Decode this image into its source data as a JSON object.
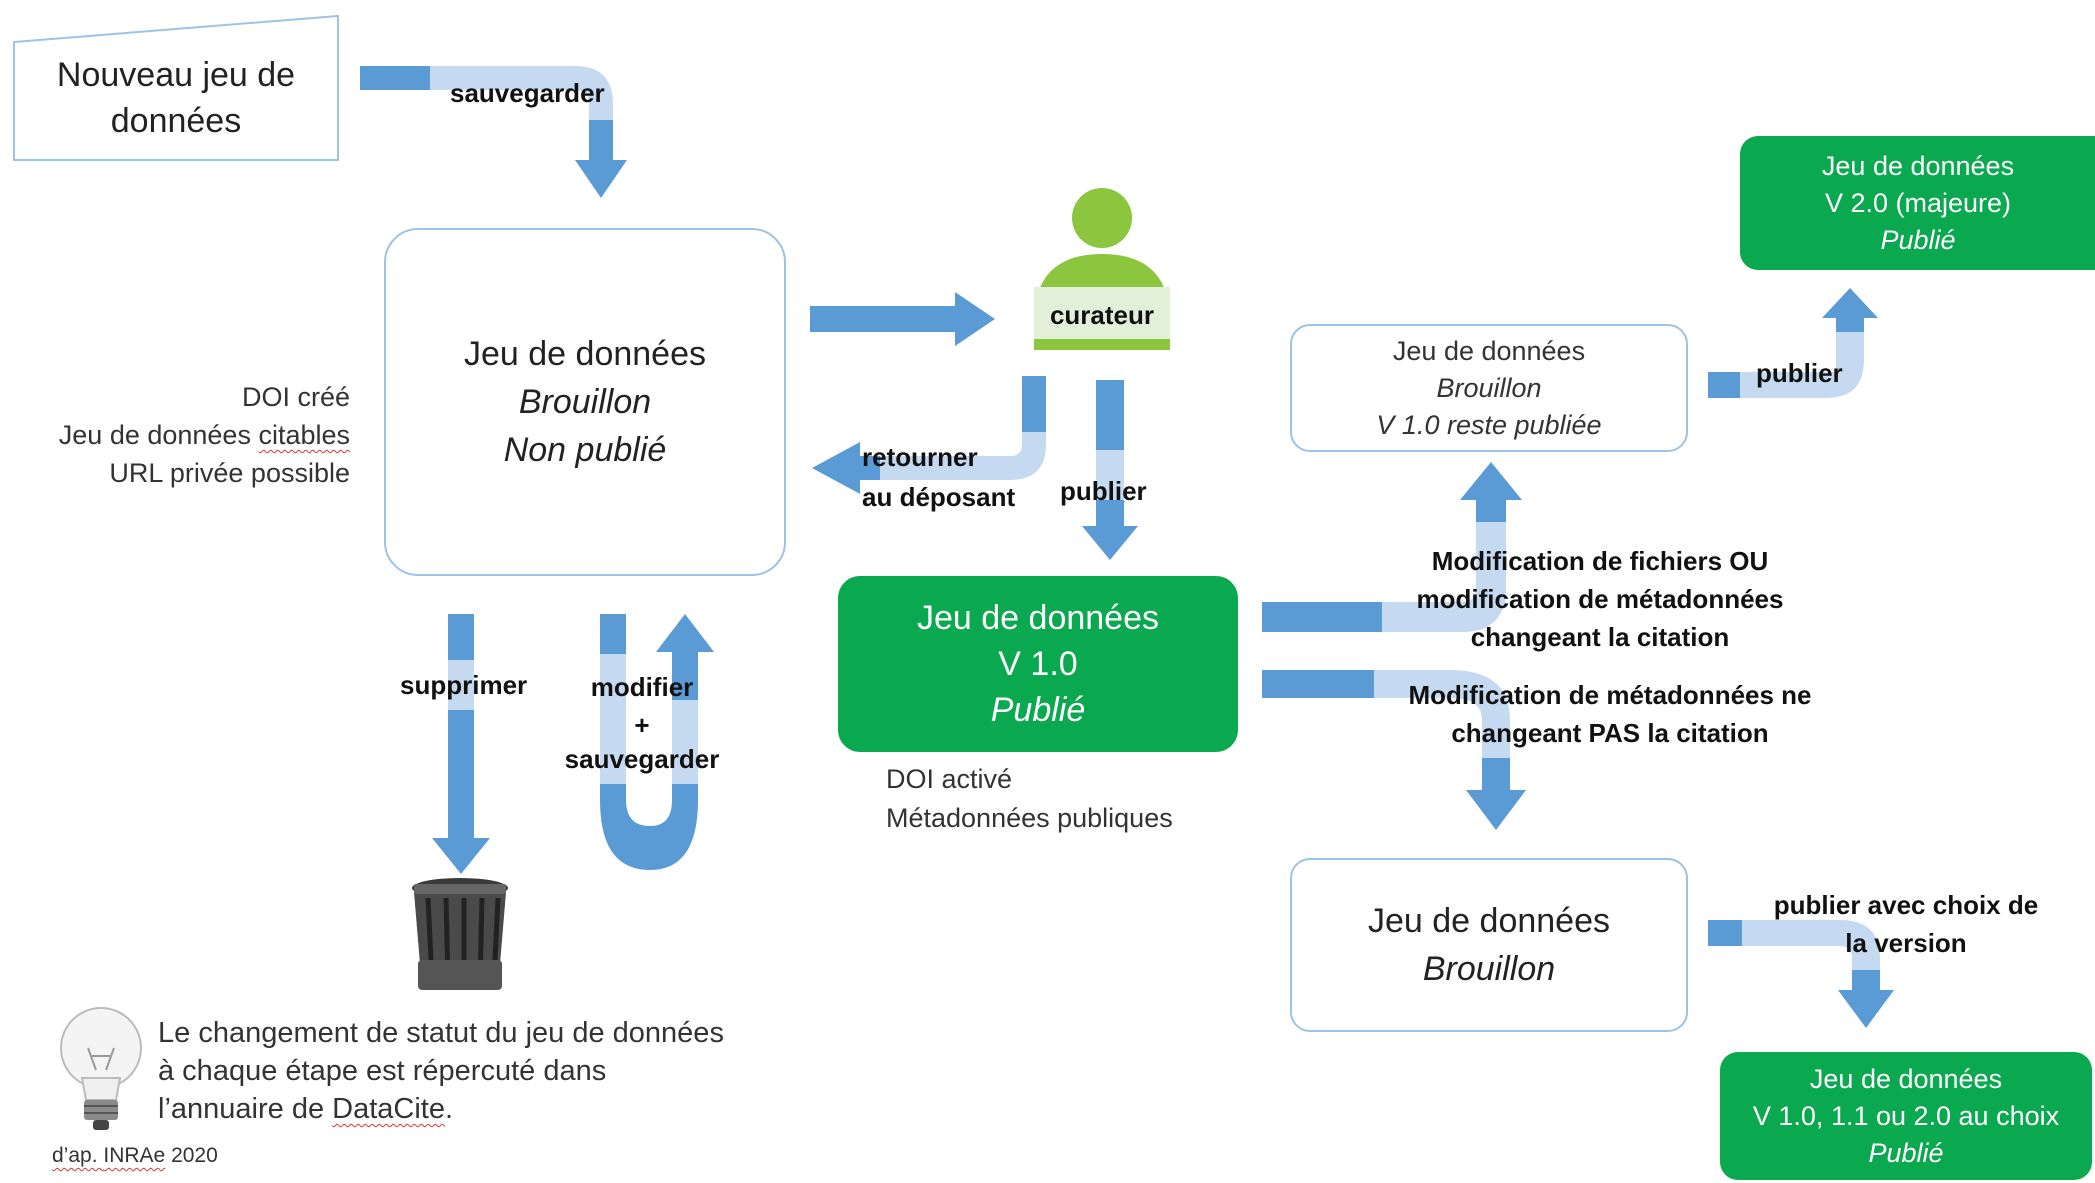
{
  "new_dataset": {
    "line1": "Nouveau jeu de",
    "line2": "données"
  },
  "draft_main": {
    "title": "Jeu de données",
    "status1": "Brouillon",
    "status2": "Non publié"
  },
  "draft_notes": {
    "l1": "DOI créé",
    "l2a": "Jeu de données ",
    "l2b": "citables",
    "l3": "URL privée possible"
  },
  "curator": {
    "label": "curateur"
  },
  "published_v1": {
    "title": "Jeu de données",
    "version": "V 1.0",
    "status": "Publié"
  },
  "published_notes": {
    "l1": "DOI activé",
    "l2": "Métadonnées publiques"
  },
  "draft_top": {
    "title": "Jeu de données",
    "status": "Brouillon",
    "note": "V 1.0 reste publiée"
  },
  "pub_major": {
    "title": "Jeu de données",
    "version": "V 2.0 (majeure)",
    "status": "Publié"
  },
  "draft_bottom": {
    "title": "Jeu de données",
    "status": "Brouillon"
  },
  "pub_choice": {
    "title": "Jeu de données",
    "version": "V 1.0, 1.1 ou 2.0 au choix",
    "status": "Publié"
  },
  "arrows": {
    "save": "sauvegarder",
    "return1": "retourner",
    "return2": "au déposant",
    "publish": "publier",
    "delete": "supprimer",
    "modify1": "modifier",
    "modify2": "+",
    "modify3": "sauvegarder",
    "mod_files1": "Modification de fichiers OU",
    "mod_files2": "modification de métadonnées",
    "mod_files3": "changeant la citation",
    "mod_meta1": "Modification de métadonnées ne",
    "mod_meta2": "changeant PAS la citation",
    "publish_top": "publier",
    "publish_choice1": "publier avec choix de",
    "publish_choice2": "la version"
  },
  "tip": {
    "l1": "Le changement de statut du jeu de données",
    "l2": "à chaque étape est répercuté dans",
    "l3a": "l’annuaire de ",
    "l3b": "DataCite",
    "l3c": "."
  },
  "source": {
    "a": "d’ap. ",
    "b": "INRAe",
    "c": " 2020"
  },
  "colors": {
    "arrow": "#5b9bd5",
    "arrow_light": "#c5d9f1",
    "published": "#0aa84f",
    "draft_border": "#9dc3e6",
    "curator": "#8cc63f"
  }
}
